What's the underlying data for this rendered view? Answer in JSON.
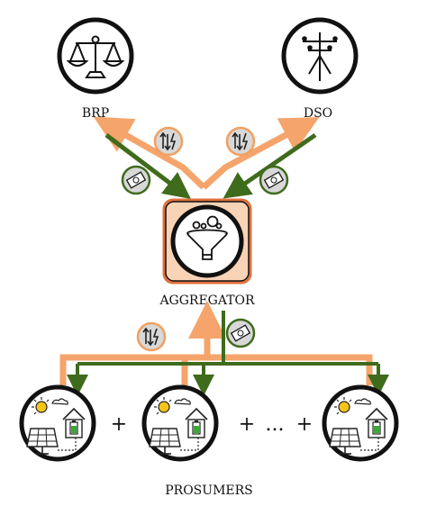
{
  "nodes": {
    "brp": {
      "label": "BRP",
      "icon": "balance-scale-icon"
    },
    "dso": {
      "label": "DSO",
      "icon": "power-pole-icon"
    },
    "aggregator": {
      "label": "AGGREGATOR",
      "icon": "funnel-icon"
    },
    "prosumers": {
      "label": "PROSUMERS",
      "icon": "solar-house-icon"
    }
  },
  "operators": {
    "plus": "+",
    "ellipsis": "..."
  },
  "badges": {
    "energy_flex": "flexibility-bolt-icon",
    "payment": "money-bill-icon"
  },
  "colors": {
    "orange_arrow": "#f5a46b",
    "green_arrow": "#3f6b1d",
    "aggregator_fill": "#f9d3b5",
    "aggregator_border": "#e0703a",
    "badge_orange_ring": "#f0a060",
    "badge_green_ring": "#3f6b1d",
    "badge_fill": "#d8d8d8",
    "battery_green": "#3aa935",
    "sun_yellow": "#f5c518"
  }
}
